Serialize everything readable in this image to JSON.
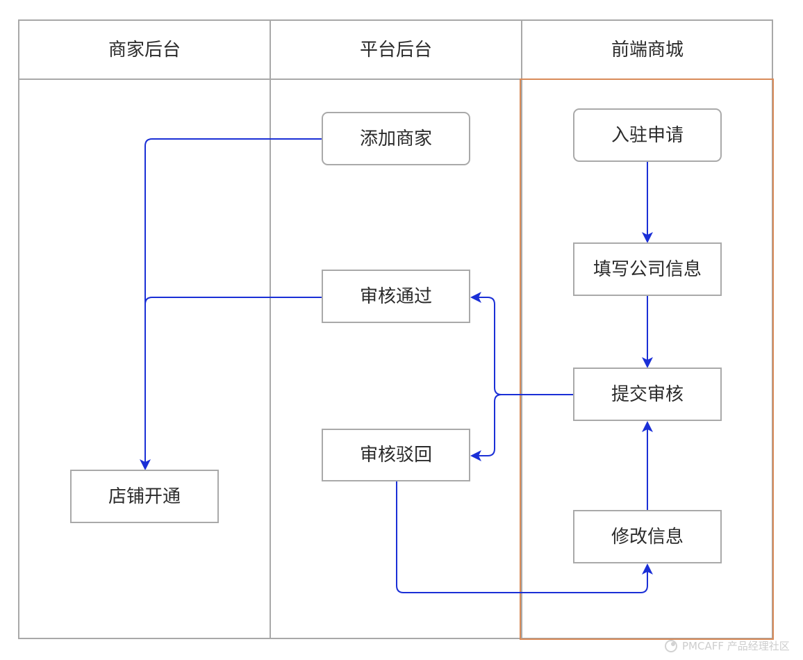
{
  "lanes": [
    {
      "title": "商家后台"
    },
    {
      "title": "平台后台"
    },
    {
      "title": "前端商城"
    }
  ],
  "nodes": {
    "add_merchant": "添加商家",
    "approve": "审核通过",
    "reject": "审核驳回",
    "open_store": "店铺开通",
    "apply": "入驻申请",
    "fill_info": "填写公司信息",
    "submit": "提交审核",
    "modify": "修改信息"
  },
  "colors": {
    "edge": "#1a2fd6",
    "highlight": "#d88a58",
    "border": "#a8a8a8"
  },
  "watermark": {
    "text": "PMCAFF 产品经理社区"
  }
}
